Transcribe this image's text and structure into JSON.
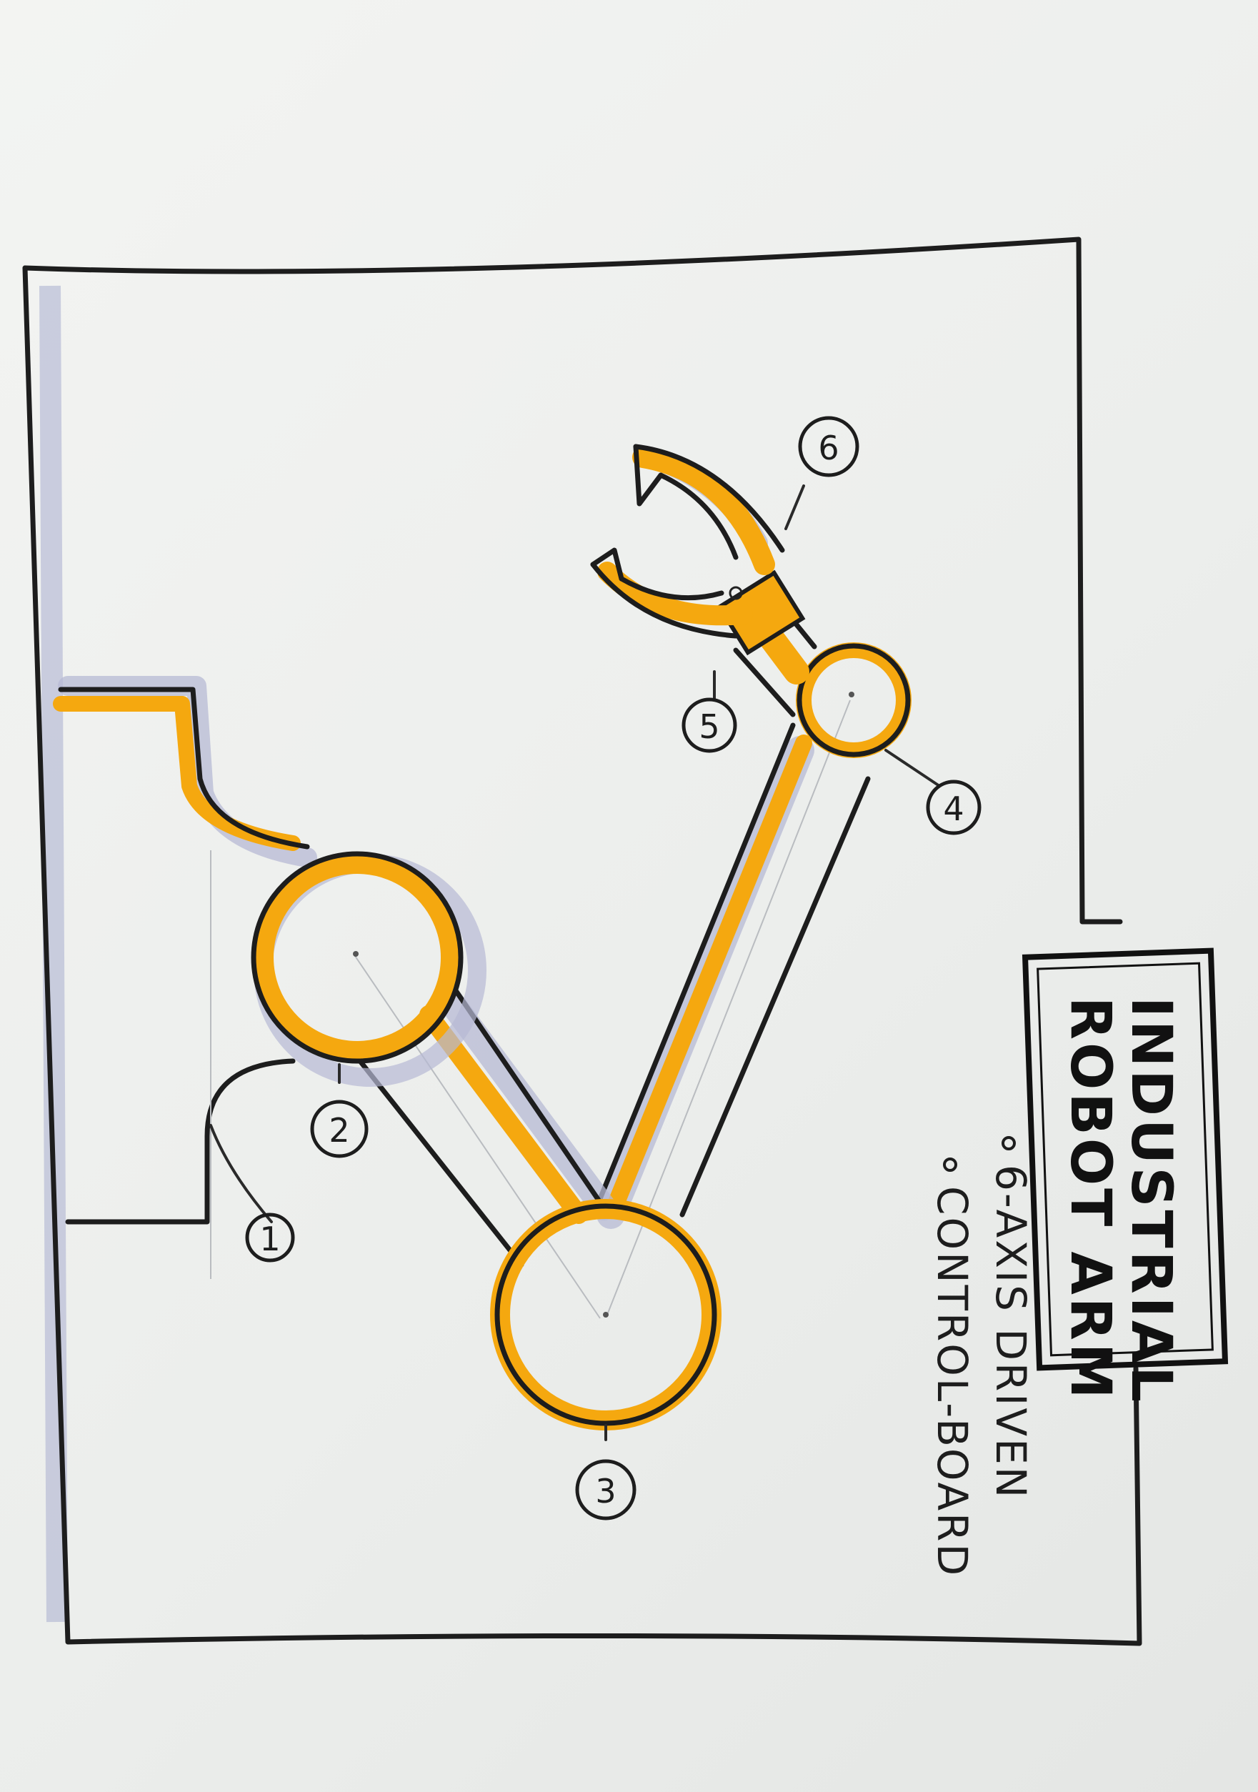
{
  "title": {
    "line1": "INDUSTRIAL",
    "line2": "ROBOT ARM"
  },
  "notes": [
    "6-AXIS DRIVEN",
    "CONTROL-BOARD"
  ],
  "axis_labels": [
    "1",
    "2",
    "3",
    "4",
    "5",
    "6"
  ],
  "colors": {
    "accent": "#f5a80f",
    "ink": "#1d1d1d",
    "shadow": "#b7b9d4",
    "paper": "#eceeec"
  }
}
